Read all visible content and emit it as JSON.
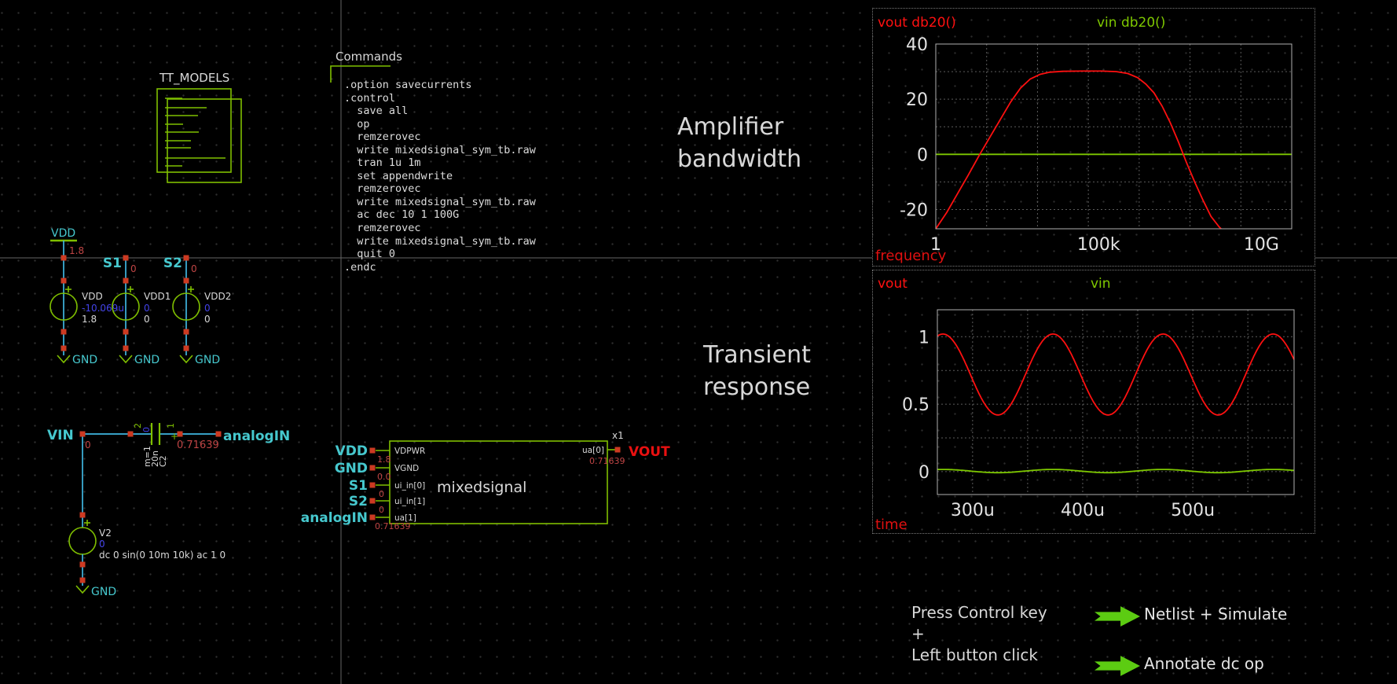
{
  "colors": {
    "background": "#000000",
    "wire": "#3fb6e0",
    "symbol_green": "#7fbf00",
    "pin_red": "#cc3a22",
    "net_label_cyan": "#46c8ce",
    "annotation_red": "#c04545",
    "annotation_blue": "#4343e8",
    "text_white": "#d8d8d8",
    "vout_red": "#e81010",
    "curve_red": "#ff1010",
    "curve_green": "#7ec800",
    "launcher_green": "#5ccc12"
  },
  "schematic": {
    "models_symbol": {
      "label": "TT_MODELS"
    },
    "commands": {
      "title": "Commands",
      "body": ".option savecurrents\n.control\n  save all\n  op\n  remzerovec\n  write mixedsignal_sym_tb.raw\n  tran 1u 1m\n  set appendwrite\n  remzerovec\n  write mixedsignal_sym_tb.raw\n  ac dec 10 1 100G\n  remzerovec\n  write mixedsignal_sym_tb.raw\n  quit 0\n.endc"
    },
    "power_sources": {
      "items": [
        {
          "net": "VDD",
          "net_value": "1.8",
          "name": "VDD",
          "dc_current": "-10.069u",
          "value": "1.8",
          "ground": "GND"
        },
        {
          "net": "S1",
          "net_value": "0",
          "name": "VDD1",
          "dc_current": "0",
          "value": "0",
          "ground": "GND"
        },
        {
          "net": "S2",
          "net_value": "0",
          "name": "VDD2",
          "dc_current": "0",
          "value": "0",
          "ground": "GND"
        }
      ]
    },
    "input_branch": {
      "net": "VIN",
      "net_value": "0",
      "source_name": "V2",
      "dc_current": "0",
      "spec": "dc 0 sin(0 10m 10k) ac 1 0",
      "ground": "GND",
      "capacitor": {
        "name": "C2",
        "value": "20n",
        "multiplier": "m=1",
        "pin2": "2",
        "pin1": "1",
        "dc_value": "0",
        "node_voltage": "0.71639",
        "plus": "+"
      },
      "out_net": "analogIN"
    },
    "dut": {
      "instance": "x1",
      "name": "mixedsignal",
      "left_pins": [
        {
          "net": "VDD",
          "pin": "VDPWR",
          "value": "1.8"
        },
        {
          "net": "GND",
          "pin": "VGND",
          "value": "0.0"
        },
        {
          "net": "S1",
          "pin": "ui_in[0]",
          "value": "0"
        },
        {
          "net": "S2",
          "pin": "ui_in[1]",
          "value": "0"
        },
        {
          "net": "analogIN",
          "pin": "ua[1]",
          "value": "0.71639"
        }
      ],
      "right_pin": {
        "net": "VOUT",
        "pin": "ua[0]",
        "value": "0.71639"
      }
    },
    "titles": {
      "ac": "Amplifier\nbandwidth",
      "tran": "Transient\nresponse"
    },
    "help": {
      "instructions": "Press Control key\n+\nLeft button click",
      "launchers": [
        {
          "label": "Netlist + Simulate"
        },
        {
          "label": "Annotate dc op"
        }
      ]
    }
  },
  "chart_data": [
    {
      "type": "line",
      "x_scale": "log",
      "x_axis_label": "frequency",
      "x_range_log10": [
        0,
        10.93
      ],
      "x_ticks": [
        {
          "pos": 0,
          "label": "1"
        },
        {
          "pos": 5,
          "label": "100k"
        },
        {
          "pos": 10,
          "label": "10G"
        }
      ],
      "x_divisions": 7,
      "y_range": [
        -27,
        40
      ],
      "y_grid_step": 10,
      "y_ticks": [
        {
          "pos": 40,
          "label": "40"
        },
        {
          "pos": 20,
          "label": "20"
        },
        {
          "pos": 0,
          "label": "0"
        },
        {
          "pos": -20,
          "label": "-20"
        }
      ],
      "grid": true,
      "legend_position": "top",
      "series": [
        {
          "name": "vin db20()",
          "color": "#7ec800",
          "points": [
            [
              0,
              0
            ],
            [
              10.93,
              0
            ]
          ]
        },
        {
          "name": "vout db20()",
          "color": "#ff1010",
          "points": [
            [
              0,
              -27
            ],
            [
              0.34,
              -21
            ],
            [
              0.68,
              -14
            ],
            [
              1.0,
              -7.5
            ],
            [
              1.35,
              0
            ],
            [
              1.7,
              7
            ],
            [
              2.0,
              13
            ],
            [
              2.3,
              19
            ],
            [
              2.6,
              24
            ],
            [
              2.9,
              27.3
            ],
            [
              3.2,
              29
            ],
            [
              3.5,
              29.8
            ],
            [
              3.9,
              30.1
            ],
            [
              4.5,
              30.2
            ],
            [
              5.1,
              30.2
            ],
            [
              5.55,
              30
            ],
            [
              5.9,
              29.3
            ],
            [
              6.2,
              27.8
            ],
            [
              6.45,
              25.5
            ],
            [
              6.7,
              22.3
            ],
            [
              6.95,
              17.5
            ],
            [
              7.2,
              11.5
            ],
            [
              7.45,
              4.5
            ],
            [
              7.7,
              -3
            ],
            [
              7.95,
              -10
            ],
            [
              8.2,
              -16.5
            ],
            [
              8.45,
              -22.5
            ],
            [
              8.7,
              -26.3
            ],
            [
              8.76,
              -27
            ]
          ]
        }
      ]
    },
    {
      "type": "line",
      "x_scale": "linear",
      "x_axis_label": "time",
      "x_unit": "u",
      "x_range": [
        268,
        592
      ],
      "x_ticks": [
        {
          "pos": 300,
          "label": "300u"
        },
        {
          "pos": 400,
          "label": "400u"
        },
        {
          "pos": 500,
          "label": "500u"
        }
      ],
      "x_grid_step": 50,
      "y_range": [
        -0.17,
        1.2
      ],
      "y_grid_step": 0.25,
      "y_ticks": [
        {
          "pos": 1,
          "label": "1"
        },
        {
          "pos": 0.5,
          "label": "0.5"
        },
        {
          "pos": 0,
          "label": "0"
        }
      ],
      "grid": true,
      "series": [
        {
          "name": "vin",
          "color": "#7ec800",
          "sine": {
            "offset": 0.004,
            "amplitude": 0.012,
            "period": 100,
            "peak_at": 273
          }
        },
        {
          "name": "vout",
          "color": "#ff1010",
          "sine": {
            "offset": 0.72,
            "amplitude": 0.3,
            "period": 100,
            "peak_at": 273
          }
        }
      ]
    }
  ]
}
